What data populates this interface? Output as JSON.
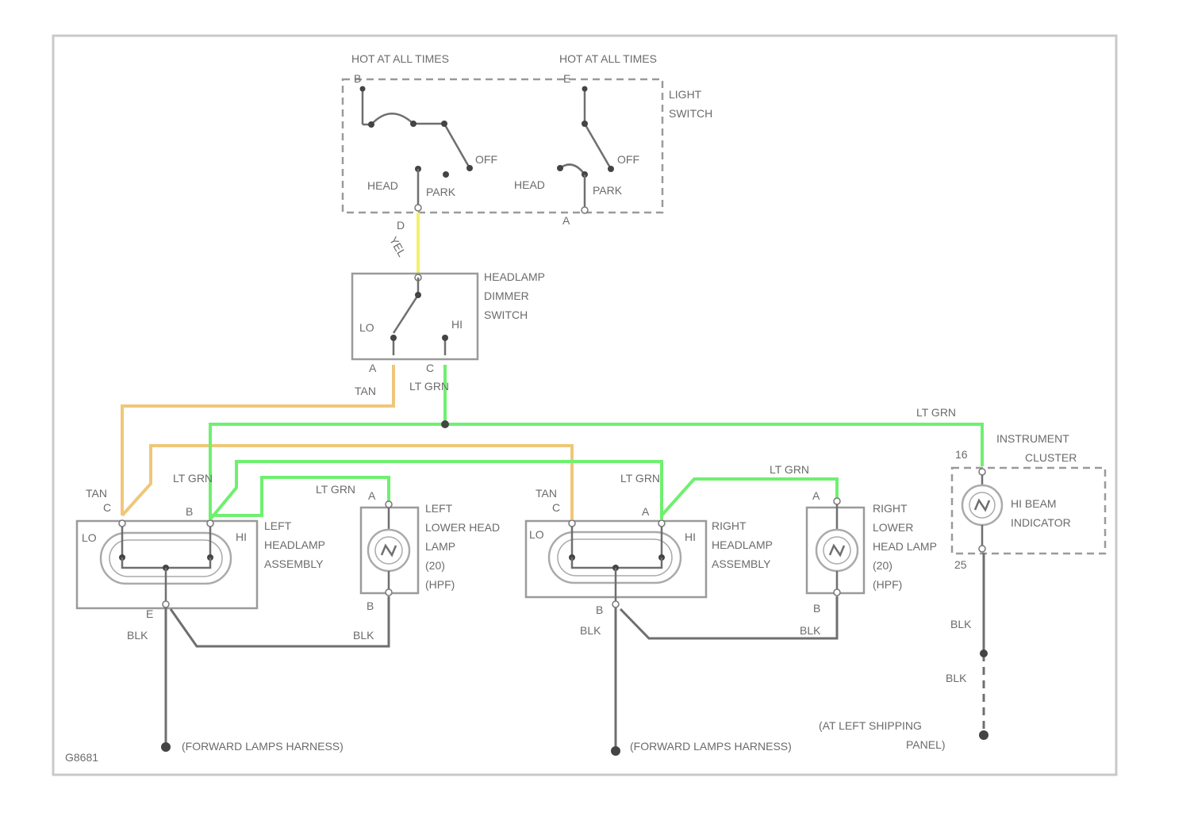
{
  "light_switch": {
    "hot_left": "HOT AT ALL TIMES",
    "hot_right": "HOT AT ALL TIMES",
    "name": "LIGHT SWITCH",
    "pin_top_left": "B",
    "pin_top_right": "E",
    "pin_bottom_left": "D",
    "pin_bottom_right": "A",
    "pos_off_1": "OFF",
    "pos_off_2": "OFF",
    "pos_head_1": "HEAD",
    "pos_head_2": "HEAD",
    "pos_park_1": "PARK",
    "pos_park_2": "PARK"
  },
  "dimmer_switch": {
    "name": "HEADLAMP DIMMER SWITCH",
    "lo": "LO",
    "hi": "HI",
    "pin_a": "A",
    "pin_c": "C",
    "input_wire": "YEL"
  },
  "wires": {
    "tan": "TAN",
    "lt_grn": "LT GRN",
    "blk": "BLK"
  },
  "left_headlamp": {
    "name": "LEFT HEADLAMP ASSEMBLY",
    "lo": "LO",
    "hi": "HI",
    "pin_c": "C",
    "pin_b": "B",
    "pin_e": "E"
  },
  "left_lower_lamp": {
    "name": "LEFT LOWER HEAD LAMP (20) (HPF)",
    "pin_a": "A",
    "pin_b": "B"
  },
  "right_headlamp": {
    "name": "RIGHT HEADLAMP ASSEMBLY",
    "lo": "LO",
    "hi": "HI",
    "pin_c": "C",
    "pin_a": "A",
    "pin_b": "B"
  },
  "right_lower_lamp": {
    "name": "RIGHT LOWER HEAD LAMP (20) (HPF)",
    "pin_a": "A",
    "pin_b": "B"
  },
  "instrument_cluster": {
    "name": "INSTRUMENT CLUSTER",
    "indicator": "HI BEAM INDICATOR",
    "pin_top": "16",
    "pin_bottom": "25"
  },
  "grounds": {
    "left": "(FORWARD LAMPS HARNESS)",
    "center": "(FORWARD LAMPS HARNESS)",
    "right": "(AT LEFT SHIPPING PANEL)"
  },
  "figure_id": "G8681",
  "colors": {
    "tan": "#efc77a",
    "lt_grn": "#6ff06f",
    "yel": "#f3f06a",
    "blk": "#6f6f6f"
  }
}
